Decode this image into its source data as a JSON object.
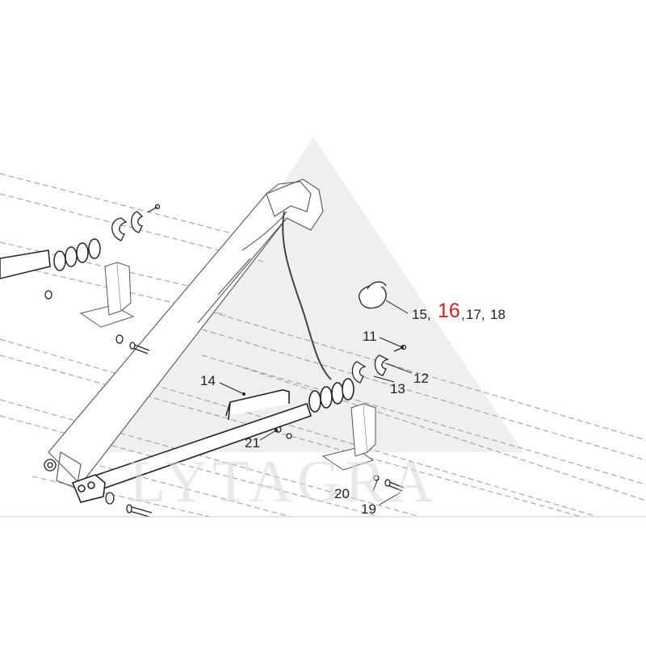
{
  "diagram": {
    "callouts": {
      "p11": "11",
      "p12": "12",
      "p13": "13",
      "p14": "14",
      "p15": "15,",
      "p16": "16",
      "p16_sep": ",",
      "p17": "17,",
      "p18": "18",
      "p19": "19",
      "p20": "20",
      "p21": "21"
    },
    "watermark": "LYTAGRA",
    "colors": {
      "line": "#333333",
      "dashed": "#9a9a9a",
      "highlight": "#cc1f1f",
      "watermark": "#d9d9d9"
    }
  }
}
